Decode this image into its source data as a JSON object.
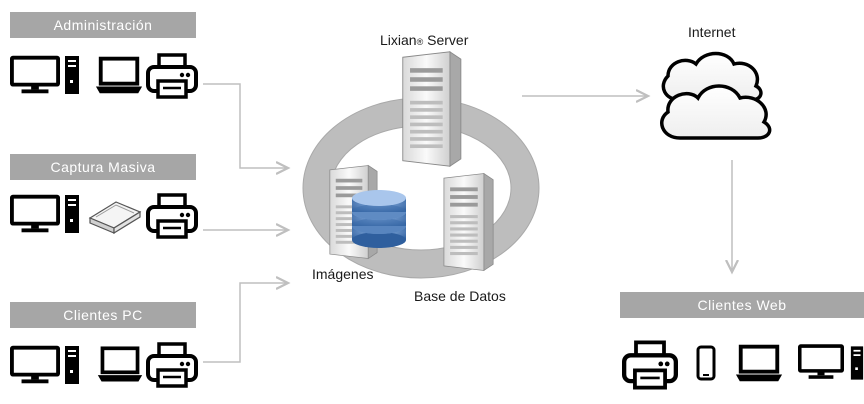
{
  "groups": {
    "administracion": "Administración",
    "captura_masiva": "Captura Masiva",
    "clientes_pc": "Clientes PC",
    "clientes_web": "Clientes Web"
  },
  "nodes": {
    "server_name": "Lixian",
    "server_reg": "®",
    "server_suffix": " Server",
    "internet": "Internet",
    "imagenes": "Imágenes",
    "base_datos": "Base de Datos"
  },
  "icons": [
    "monitor-icon",
    "computer-tower-icon",
    "laptop-icon",
    "printer-icon",
    "scanner-icon",
    "smartphone-icon",
    "server-icon",
    "database-icon",
    "cloud-icon"
  ],
  "colors": {
    "bar": "#a6a6a6",
    "arrow": "#bfbfbf",
    "device": "#000000",
    "ring": "#bdbdbd",
    "server_light": "#f2f2f2",
    "database_blue": "#4f81bd"
  }
}
